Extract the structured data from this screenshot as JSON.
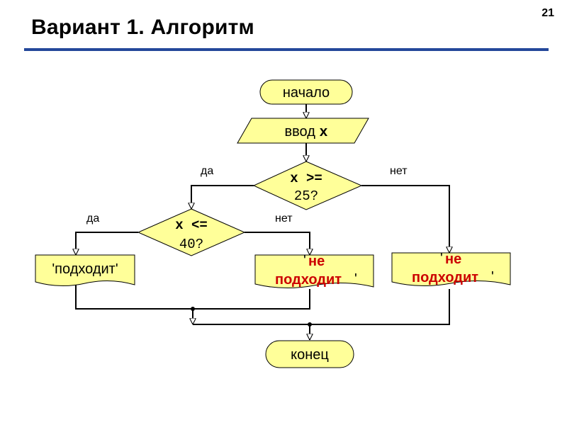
{
  "slide": {
    "title": "Вариант 1. Алгоритм",
    "number": "21",
    "accent_color": "#24489a"
  },
  "flowchart": {
    "start": "начало",
    "input": {
      "prefix": "ввод ",
      "var": "x"
    },
    "decision1": {
      "line1": "x >=",
      "line2": "25?",
      "yes": "да",
      "no": "нет"
    },
    "decision2": {
      "line1": "x <=",
      "line2": "40?",
      "yes": "да",
      "no": "нет"
    },
    "output_ok": "'подходит'",
    "output_fail_left": {
      "quote_open": "'",
      "line1": "не",
      "line2": "подходит",
      "quote_close": "'"
    },
    "output_fail_right": {
      "quote_open": "'",
      "line1": "не",
      "line2": "подходит",
      "quote_close": "'"
    },
    "end": "конец",
    "colors": {
      "fill": "#ffff99",
      "stroke": "#000000",
      "highlight": "#cc0000"
    }
  }
}
